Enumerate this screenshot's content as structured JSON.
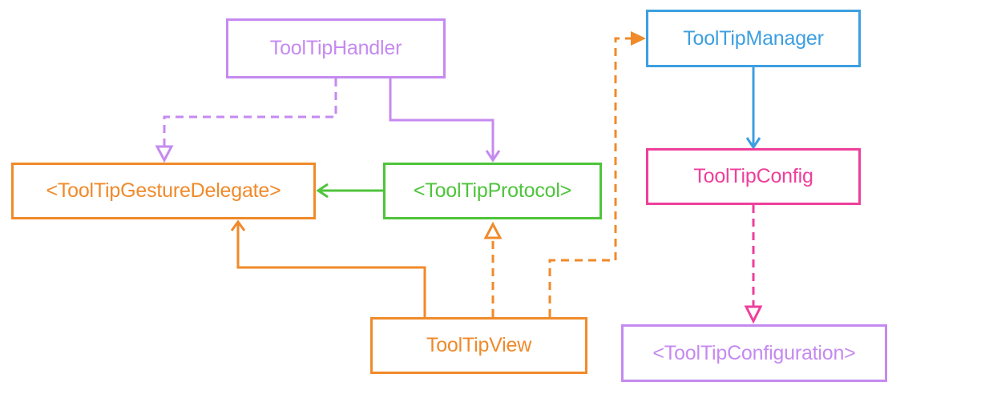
{
  "nodes": {
    "tooltip_handler": {
      "label": "ToolTipHandler",
      "color": "#c58af0"
    },
    "tooltip_gesture_delegate": {
      "label": "<ToolTipGestureDelegate>",
      "color": "#f08a2a"
    },
    "tooltip_protocol": {
      "label": "<ToolTipProtocol>",
      "color": "#4ec43b"
    },
    "tooltip_manager": {
      "label": "ToolTipManager",
      "color": "#3d9fe0"
    },
    "tooltip_config": {
      "label": "ToolTipConfig",
      "color": "#ee3f9b"
    },
    "tooltip_view": {
      "label": "ToolTipView",
      "color": "#f08a2a"
    },
    "tooltip_configuration": {
      "label": "<ToolTipConfiguration>",
      "color": "#c58af0"
    }
  },
  "edges": [
    {
      "from": "tooltip_handler",
      "to": "tooltip_gesture_delegate",
      "style": "dashed",
      "head": "hollow-triangle",
      "color": "#c58af0"
    },
    {
      "from": "tooltip_handler",
      "to": "tooltip_protocol",
      "style": "solid",
      "head": "open-arrow",
      "color": "#c58af0"
    },
    {
      "from": "tooltip_protocol",
      "to": "tooltip_gesture_delegate",
      "style": "solid",
      "head": "open-arrow",
      "color": "#4ec43b"
    },
    {
      "from": "tooltip_view",
      "to": "tooltip_gesture_delegate",
      "style": "solid",
      "head": "open-arrow",
      "color": "#f08a2a"
    },
    {
      "from": "tooltip_view",
      "to": "tooltip_protocol",
      "style": "dashed",
      "head": "hollow-triangle",
      "color": "#f08a2a"
    },
    {
      "from": "tooltip_view",
      "to": "tooltip_manager",
      "style": "dashed",
      "head": "open-arrow",
      "color": "#f08a2a"
    },
    {
      "from": "tooltip_manager",
      "to": "tooltip_config",
      "style": "solid",
      "head": "open-arrow",
      "color": "#3d9fe0"
    },
    {
      "from": "tooltip_config",
      "to": "tooltip_configuration",
      "style": "dashed",
      "head": "hollow-triangle",
      "color": "#ee3f9b"
    }
  ]
}
